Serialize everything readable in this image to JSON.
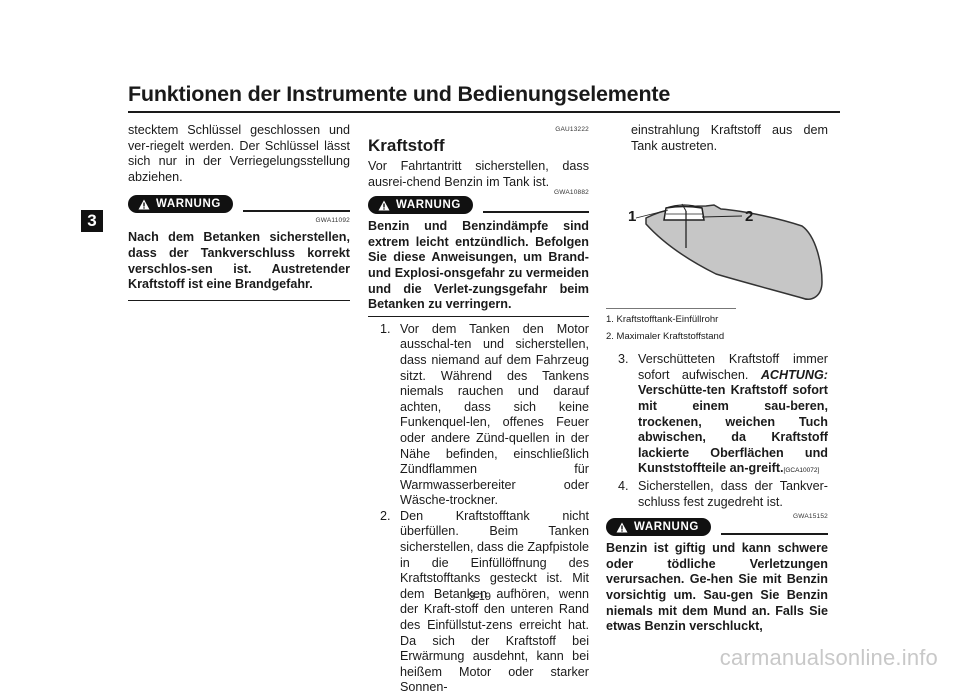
{
  "header": {
    "title": "Funktionen der Instrumente und Bedienungselemente",
    "chapter": "3"
  },
  "col1": {
    "intro": "stecktem Schlüssel geschlossen und ver-riegelt werden. Der Schlüssel lässt sich nur in der Verriegelungsstellung abziehen.",
    "warning_label": "WARNUNG",
    "warning_code": "GWA11092",
    "warning_text": "Nach dem Betanken sicherstellen, dass der Tankverschluss korrekt verschlos-sen ist. Austretender Kraftstoff ist eine Brandgefahr."
  },
  "col2": {
    "section_code": "GAU13222",
    "heading": "Kraftstoff",
    "intro": "Vor Fahrtantritt sicherstellen, dass ausrei-chend Benzin im Tank ist.",
    "warning_label": "WARNUNG",
    "warning_code": "GWA10882",
    "warning_text": "Benzin und Benzindämpfe sind extrem leicht entzündlich. Befolgen Sie diese Anweisungen, um Brand- und Explosi-onsgefahr zu vermeiden und die Verlet-zungsgefahr beim Betanken zu verringern.",
    "steps": [
      {
        "num": "1.",
        "text": "Vor dem Tanken den Motor ausschal-ten und sicherstellen, dass niemand auf dem Fahrzeug sitzt. Während des Tankens niemals rauchen und darauf achten, dass sich keine Funkenquel-len, offenes Feuer oder andere Zünd-quellen in der Nähe befinden, einschließlich Zündflammen für Warmwasserbereiter oder Wäsche-trockner."
      },
      {
        "num": "2.",
        "text": "Den Kraftstofftank nicht überfüllen. Beim Tanken sicherstellen, dass die Zapfpistole in die Einfüllöffnung des Kraftstofftanks gesteckt ist. Mit dem Betanken aufhören, wenn der Kraft-stoff den unteren Rand des Einfüllstut-zens erreicht hat. Da sich der Kraftstoff bei Erwärmung ausdehnt, kann bei heißem Motor oder starker Sonnen-"
      }
    ]
  },
  "col3": {
    "cont_text": "einstrahlung Kraftstoff aus dem Tank austreten.",
    "figure_labels": [
      "1",
      "2"
    ],
    "captions": [
      "1.  Kraftstofftank-Einfüllrohr",
      "2.  Maximaler Kraftstoffstand"
    ],
    "step3_num": "3.",
    "step3_text": "Verschütteten Kraftstoff immer sofort aufwischen.",
    "step3_caution_label": "ACHTUNG:",
    "step3_caution_text": "Verschütte-ten Kraftstoff sofort mit einem sau-beren, trockenen, weichen Tuch abwischen, da Kraftstoff lackierte Oberflächen und Kunststoffteile an-greift.",
    "step3_code": "[GCA10072]",
    "step4_num": "4.",
    "step4_text": "Sicherstellen, dass der Tankver-schluss fest zugedreht ist.",
    "warning_label": "WARNUNG",
    "warning_code": "GWA15152",
    "warning_text": "Benzin ist giftig und kann schwere oder tödliche Verletzungen verursachen. Ge-hen Sie mit Benzin vorsichtig um. Sau-gen Sie Benzin niemals mit dem Mund an. Falls Sie etwas Benzin verschluckt,"
  },
  "footer": {
    "page_number": "3-19",
    "watermark": "carmanualsonline.info"
  }
}
